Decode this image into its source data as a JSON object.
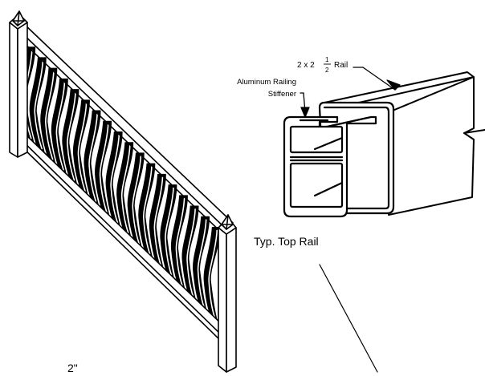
{
  "labels": {
    "rail_size": "2 x 2",
    "rail_fraction_num": "1",
    "rail_fraction_den": "2",
    "rail_word": "Rail",
    "stiffener_line1": "Aluminum Railing",
    "stiffener_line2": "Stiffener",
    "typical_top_rail": "Typ. Top Rail",
    "dimension": "2\""
  },
  "railing": {
    "baluster_count": 18,
    "baluster_style": "colonial-bow"
  },
  "colors": {
    "ink": "#000000",
    "paper": "#ffffff"
  }
}
